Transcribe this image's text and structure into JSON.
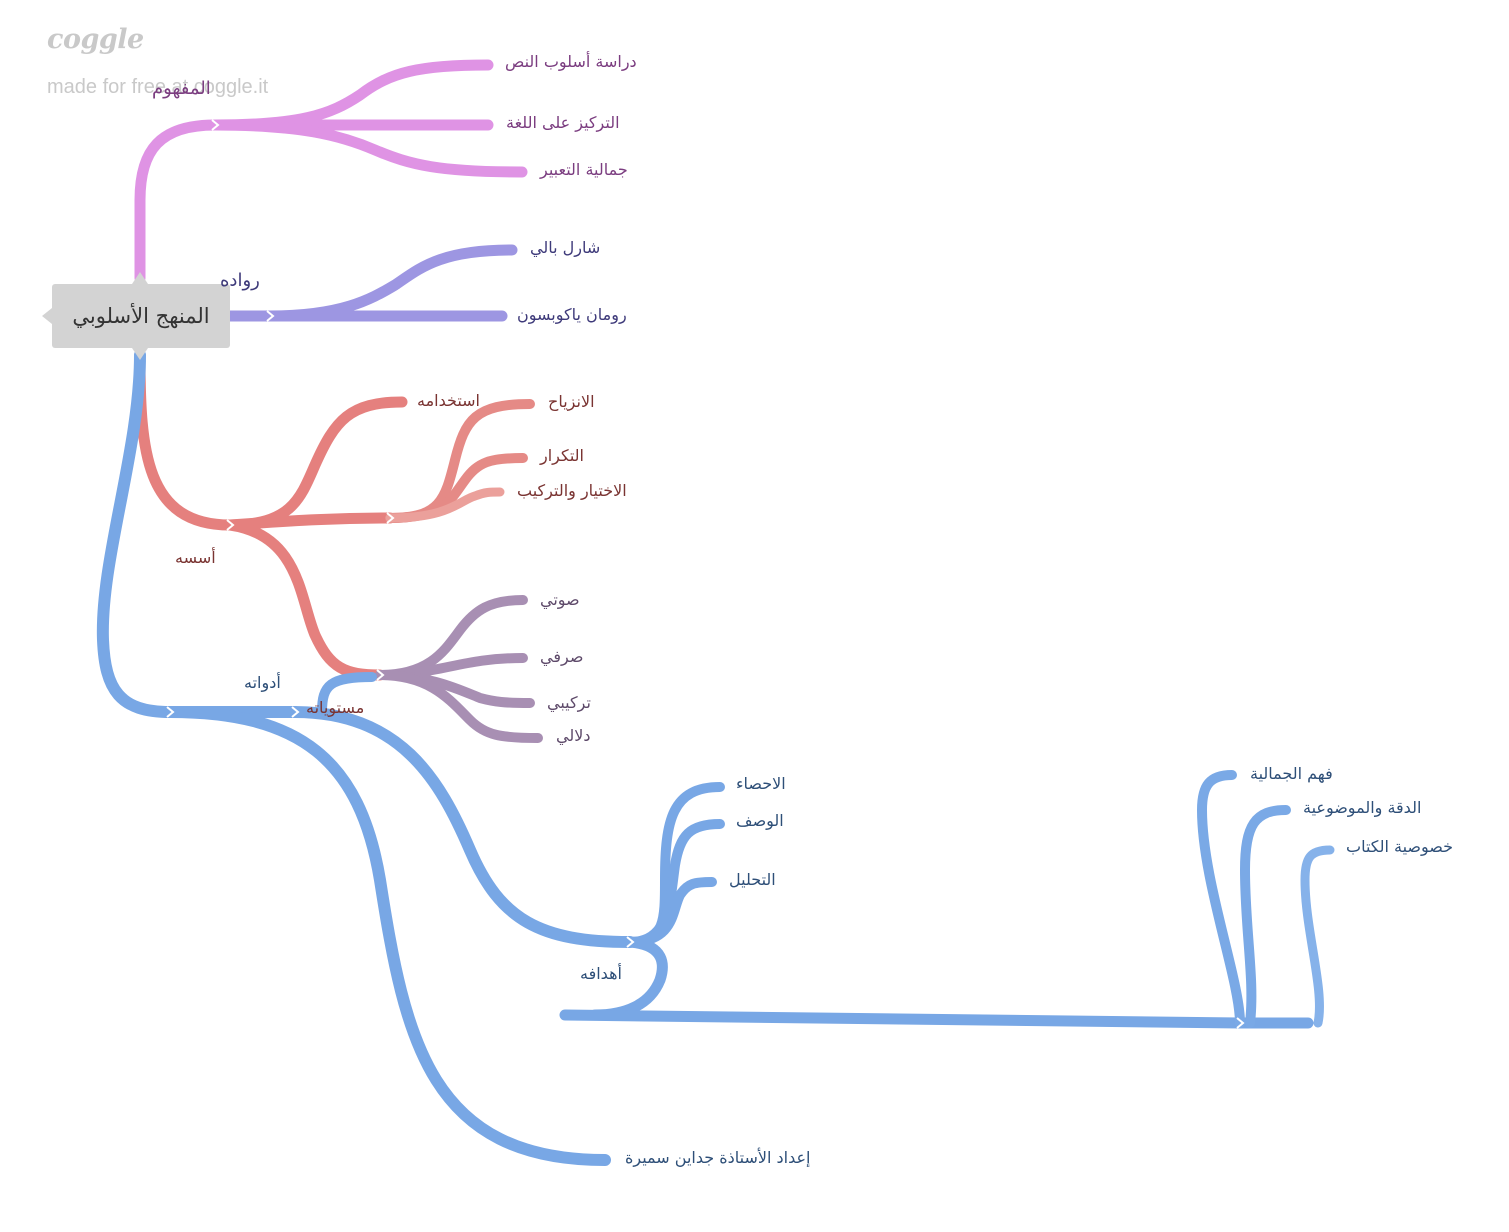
{
  "brand": {
    "logo": "coggle",
    "tagline": "made for free at coggle.it"
  },
  "root": {
    "label": "المنهج الأسلوبي"
  },
  "colors": {
    "concept": "#df93e4",
    "founders": "#9d96e2",
    "foundations": "#e5807e",
    "usage_children": "#e58a86",
    "levels": "#a88fb3",
    "tools": "#78a7e5",
    "goals": "#7aa9e6",
    "root_bg": "#d3d3d3"
  },
  "branches": {
    "concept": {
      "label": "المفهوم",
      "children": [
        "دراسة أسلوب النص",
        "التركيز على اللغة",
        "جمالية التعبير"
      ]
    },
    "founders": {
      "label": "رواده",
      "children": [
        "شارل بالي",
        "رومان ياكوبسون"
      ]
    },
    "foundations": {
      "label": "أسسه",
      "usage": {
        "label": "استخدامه"
      },
      "usage_children": [
        "الانزياح",
        "التكرار",
        "الاختيار والتركيب"
      ],
      "levels": {
        "label": "مستوياته",
        "children": [
          "صوتي",
          "صرفي",
          "تركيبي",
          "دلالي"
        ]
      }
    },
    "tools": {
      "label": "أدواته",
      "children": [
        "الاحصاء",
        "الوصف",
        "التحليل"
      ],
      "goals": {
        "label": "أهدافه",
        "children": [
          "فهم الجمالية",
          "الدقة والموضوعية",
          "خصوصية الكتاب"
        ]
      }
    },
    "author": {
      "label": "إعداد الأستاذة جداين سميرة"
    }
  }
}
